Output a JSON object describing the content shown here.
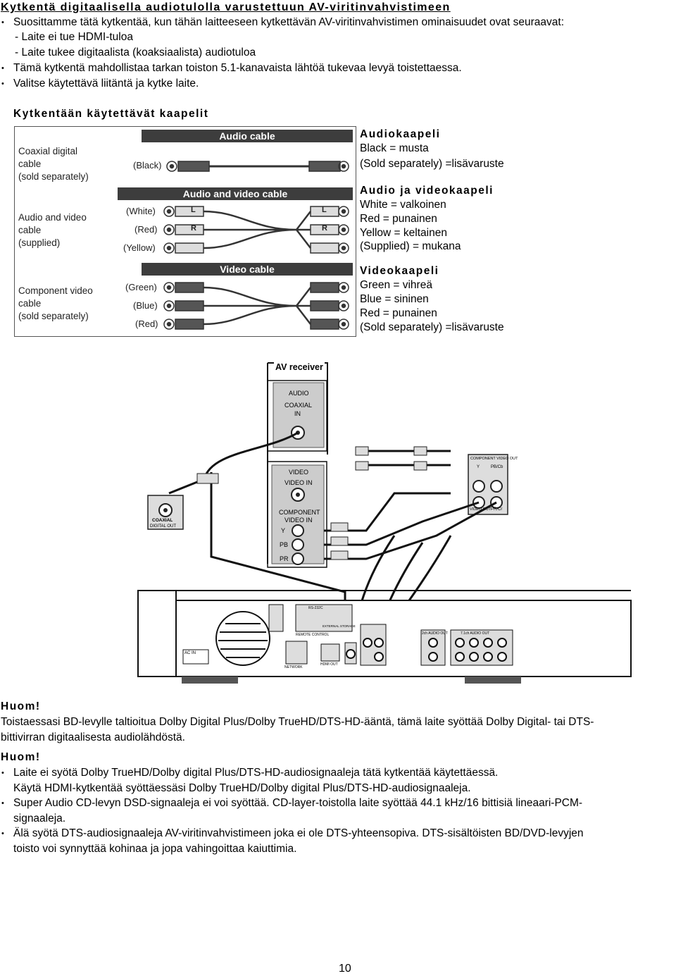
{
  "title": "Kytkentä digitaalisella audiotulolla varustettuun AV-viritinvahvistimeen",
  "intro": {
    "lead": "Suosittamme tätä kytkentää, kun tähän laitteeseen kytkettävän AV-viritinvahvistimen ominaisuudet ovat seuraavat:",
    "sub1": "- Laite ei tue HDMI-tuloa",
    "sub2": "- Laite tukee digitaalista (koaksiaalista) audiotuloa",
    "b2": "Tämä kytkentä mahdollistaa tarkan toiston 5.1-kanavaista lähtöä tukevaa levyä toistettaessa.",
    "b3": "Valitse käytettävä liitäntä ja kytke laite."
  },
  "cables": {
    "heading": "Kytkentään käytettävät kaapelit",
    "image": {
      "audio_bar": "Audio cable",
      "audio_label": [
        "Coaxial digital",
        "cable",
        "(sold separately)"
      ],
      "audio_colors": [
        "(Black)"
      ],
      "av_bar": "Audio and video cable",
      "av_label": [
        "Audio and video",
        "cable",
        "(supplied)"
      ],
      "av_colors": [
        "(White)",
        "(Red)",
        "(Yellow)"
      ],
      "video_bar": "Video cable",
      "video_label": [
        "Component video",
        "cable",
        "(sold separately)"
      ],
      "video_colors": [
        "(Green)",
        "(Blue)",
        "(Red)"
      ],
      "plug_l": "L",
      "plug_r": "R"
    },
    "audio": {
      "title": "Audiokaapeli",
      "l1": "Black = musta",
      "l2": "(Sold separately) =lisävaruste"
    },
    "av": {
      "title": "Audio ja videokaapeli",
      "l1": "White = valkoinen",
      "l2": "Red = punainen",
      "l3": "Yellow = keltainen",
      "l4": "(Supplied) = mukana"
    },
    "video": {
      "title": "Videokaapeli",
      "l1": "Green = vihreä",
      "l2": "Blue = sininen",
      "l3": "Red = punainen",
      "l4": "(Sold separately) =lisävaruste"
    }
  },
  "diagram": {
    "receiver": "AV receiver",
    "audio": "AUDIO",
    "coaxial": "COAXIAL",
    "in": "IN",
    "video": "VIDEO",
    "video_in": "VIDEO IN",
    "component": "COMPONENT",
    "component_in": "VIDEO IN",
    "y": "Y",
    "pb": "PB",
    "pr": "PR",
    "coax_out": "COAXIAL",
    "digital_out": "DIGITAL OUT",
    "component_out": "COMPONENT VIDEO OUT",
    "y_out": "Y",
    "pb_out": "PB/Cb",
    "pr_out": "PR/Cr",
    "video_out": "VIDEO OUT",
    "ac_in": "AC IN",
    "network": "NETWORK",
    "hdmi_out": "HDMI OUT",
    "audio_out_2ch": "2ch AUDIO OUT",
    "audio_out_71": "7.1ch AUDIO OUT",
    "remote": "REMOTE CONTROL",
    "rs232": "RS-232C",
    "ext": "EXTERNAL STORAGE"
  },
  "note1": {
    "heading": "Huom!",
    "l1": "Toistaessasi BD-levylle taltioitua Dolby Digital Plus/Dolby TrueHD/DTS-HD-ääntä, tämä laite syöttää Dolby Digital- tai DTS-",
    "l2": "bittivirran digitaalisesta audiolähdöstä."
  },
  "note2": {
    "heading": "Huom!",
    "b1": "Laite ei syötä Dolby TrueHD/Dolby digital Plus/DTS-HD-audiosignaaleja tätä kytkentää käytettäessä.",
    "b1b": "Käytä HDMI-kytkentää syöttäessäsi Dolby TrueHD/Dolby digital Plus/DTS-HD-audiosignaaleja.",
    "b2": "Super Audio CD-levyn DSD-signaaleja ei voi syöttää. CD-layer-toistolla laite syöttää 44.1 kHz/16 bittisiä lineaari-PCM-",
    "b2b": "signaaleja.",
    "b3": "Älä syötä DTS-audiosignaaleja AV-viritinvahvistimeen joka ei ole DTS-yhteensopiva. DTS-sisältöisten BD/DVD-levyjen",
    "b3b": "toisto voi synnyttää kohinaa ja jopa vahingoittaa kaiuttimia."
  },
  "page_number": "10"
}
